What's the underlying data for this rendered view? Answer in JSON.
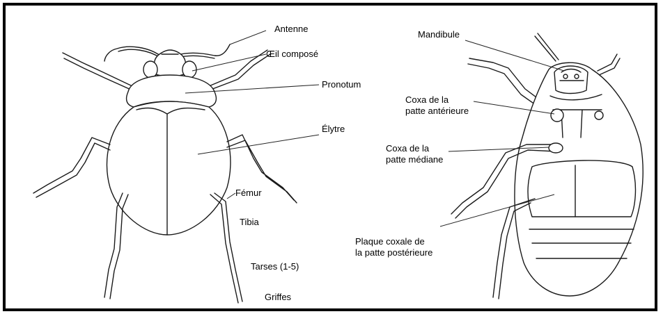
{
  "dorsal_view": {
    "labels": {
      "antenne": "Antenne",
      "oeil": "Œil composé",
      "pronotum": "Pronotum",
      "elytre": "Élytre",
      "femur": "Fémur",
      "tibia": "Tibia",
      "tarses": "Tarses (1-5)",
      "griffes": "Griffes"
    }
  },
  "ventral_view": {
    "labels": {
      "mandibule": "Mandibule",
      "coxa_ant_1": "Coxa de la",
      "coxa_ant_2": "patte antérieure",
      "coxa_med_1": "Coxa de la",
      "coxa_med_2": "patte médiane",
      "plaque_1": "Plaque coxale de",
      "plaque_2": "la patte postérieure"
    }
  }
}
